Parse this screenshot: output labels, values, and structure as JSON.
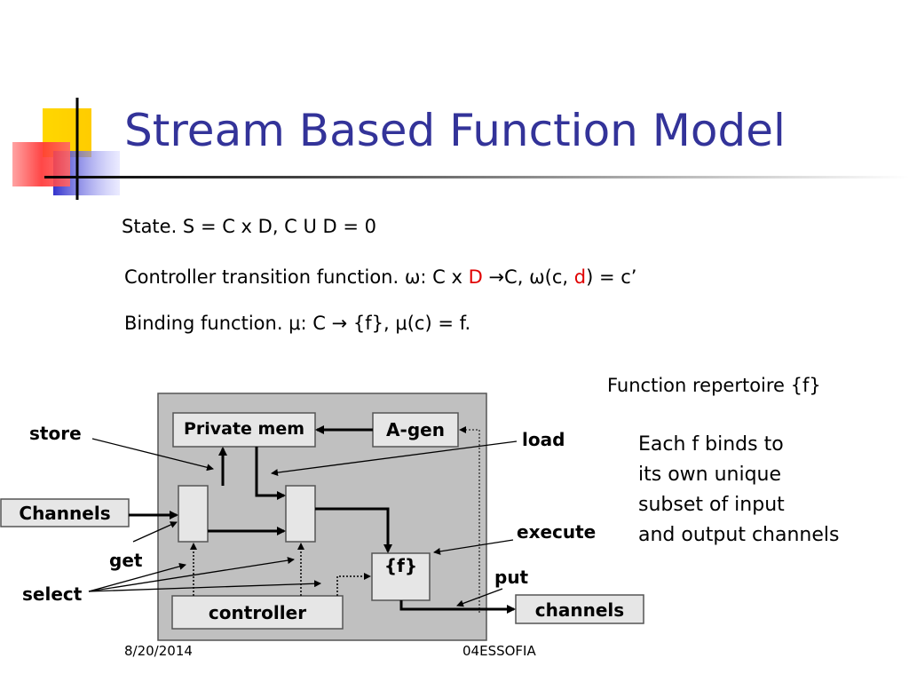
{
  "slide": {
    "title": "Stream Based Function Model",
    "state_line": "State.  S = C x D,    C U D =  0",
    "controller_line": {
      "part1": "Controller transition function.  ω: C x ",
      "d1": "D",
      "part2": " →C,  ω(c, ",
      "d2": "d",
      "part3": ") = c’"
    },
    "binding_line": "Binding function. μ: C → {f}, μ(c) = f.",
    "repertoire": "Function repertoire {f}",
    "binds_text": [
      "Each f binds to",
      "its own unique",
      "subset of input",
      "and output channels"
    ]
  },
  "diagram": {
    "boxes": {
      "private_mem": "Private mem",
      "a_gen": "A-gen",
      "f": "{f}",
      "controller": "controller",
      "channels_in": "Channels",
      "channels_out": "channels"
    },
    "labels": {
      "store": "store",
      "load": "load",
      "get": "get",
      "select": "select",
      "execute": "execute",
      "put": "put"
    }
  },
  "footer": {
    "date": "8/20/2014",
    "code": "04ESSOFIA"
  },
  "colors": {
    "title": "#333399",
    "accent_red": "#e00000",
    "panel_gray": "#c0c0c0",
    "box_gray": "#e6e6e6"
  }
}
